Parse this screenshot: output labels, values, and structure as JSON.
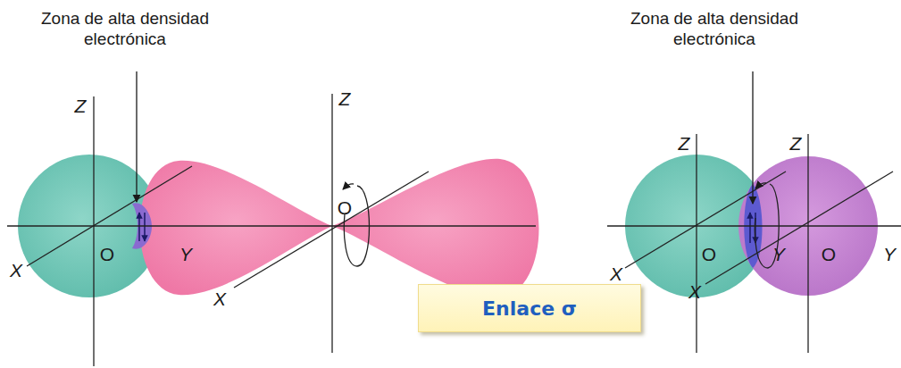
{
  "diagram": {
    "nodes": [
      {
        "text": [
          "Enlace σ"
        ]
      }
    ],
    "labels": [
      "Zona de alta densidad electrónica",
      "Zona de alta densidad electrónica",
      "Z",
      "Z",
      "O",
      "Y",
      "O",
      "X",
      "X",
      "Z",
      "Z",
      "O",
      "Y",
      "O",
      "Y",
      "X",
      "X"
    ]
  }
}
